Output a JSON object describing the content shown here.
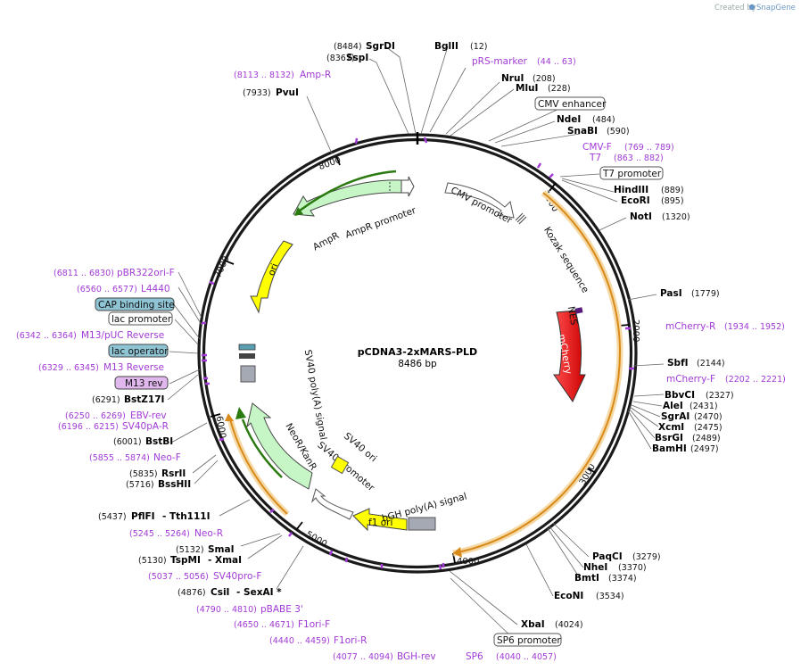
{
  "brand": {
    "prefix": "Created by",
    "name": "SnapGene"
  },
  "plasmid": {
    "name": "pCDNA3-2xMARS-PLD",
    "size_label": "8486 bp"
  },
  "tick_labels": [
    "1000",
    "2000",
    "3000",
    "4000",
    "5000",
    "6000",
    "7000",
    "8000"
  ],
  "sites": [
    {
      "pos": "(8484)",
      "name": "SgrDI"
    },
    {
      "pos": "(8367)",
      "name": "SspI"
    },
    {
      "name": "BglII",
      "pos": "(12)"
    },
    {
      "name": "NruI",
      "pos": "(208)"
    },
    {
      "name": "MluI",
      "pos": "(228)"
    },
    {
      "name": "NdeI",
      "pos": "(484)"
    },
    {
      "name": "SnaBI",
      "pos": "(590)"
    },
    {
      "name": "HindIII",
      "pos": "(889)"
    },
    {
      "name": "EcoRI",
      "pos": "(895)"
    },
    {
      "name": "NotI",
      "pos": "(1320)"
    },
    {
      "name": "PasI",
      "pos": "(1779)"
    },
    {
      "name": "SbfI",
      "pos": "(2144)"
    },
    {
      "name": "BbvCI",
      "pos": "(2327)"
    },
    {
      "name": "AleI",
      "pos": "(2431)"
    },
    {
      "name": "SgrAI",
      "pos": "(2470)"
    },
    {
      "name": "XcmI",
      "pos": "(2475)"
    },
    {
      "name": "BsrGI",
      "pos": "(2489)"
    },
    {
      "name": "BamHI",
      "pos": "(2497)"
    },
    {
      "name": "PaqCI",
      "pos": "(3279)"
    },
    {
      "name": "NheI",
      "pos": "(3370)"
    },
    {
      "name": "BmtI",
      "pos": "(3374)"
    },
    {
      "name": "EcoNI",
      "pos": "(3534)"
    },
    {
      "name": "XbaI",
      "pos": "(4024)"
    },
    {
      "pos": "(7933)",
      "name": "PvuI"
    },
    {
      "pos": "(6291)",
      "name": "BstZ17I"
    },
    {
      "pos": "(6001)",
      "name": "BstBI"
    },
    {
      "pos": "(5835)",
      "name": "RsrII"
    },
    {
      "pos": "(5716)",
      "name": "BssHII"
    },
    {
      "pos": "(5437)",
      "name": "PflFI",
      "name2": "- Tth111I"
    },
    {
      "pos": "(5132)",
      "name": "SmaI"
    },
    {
      "pos": "(5130)",
      "name": "TspMI",
      "name2": "- XmaI"
    },
    {
      "pos": "(4876)",
      "name": "CsiI",
      "name2": "- SexAI *"
    }
  ],
  "primers": [
    {
      "name": "pRS-marker",
      "pos": "(44 .. 63)"
    },
    {
      "pos": "(8113 .. 8132)",
      "name": "Amp-R"
    },
    {
      "name": "CMV-F",
      "pos": "(769 .. 789)"
    },
    {
      "name": "T7",
      "pos": "(863 .. 882)"
    },
    {
      "name": "mCherry-R",
      "pos": "(1934 .. 1952)"
    },
    {
      "name": "mCherry-F",
      "pos": "(2202 .. 2221)"
    },
    {
      "pos": "(6811 .. 6830)",
      "name": "pBR322ori-F"
    },
    {
      "pos": "(6560 .. 6577)",
      "name": "L4440"
    },
    {
      "pos": "(6342 .. 6364)",
      "name": "M13/pUC Reverse"
    },
    {
      "pos": "(6329 .. 6345)",
      "name": "M13 Reverse"
    },
    {
      "pos": "(6250 .. 6269)",
      "name": "EBV-rev"
    },
    {
      "pos": "(6196 .. 6215)",
      "name": "SV40pA-R"
    },
    {
      "pos": "(5855 .. 5874)",
      "name": "Neo-F"
    },
    {
      "pos": "(5245 .. 5264)",
      "name": "Neo-R"
    },
    {
      "pos": "(5037 .. 5056)",
      "name": "SV40pro-F"
    },
    {
      "pos": "(4790 .. 4810)",
      "name": "pBABE 3'"
    },
    {
      "pos": "(4650 .. 4671)",
      "name": "F1ori-F"
    },
    {
      "pos": "(4440 .. 4459)",
      "name": "F1ori-R"
    },
    {
      "pos": "(4077 .. 4094)",
      "name": "BGH-rev"
    },
    {
      "name": "SP6",
      "pos": "(4040 .. 4057)"
    }
  ],
  "boxed_features": {
    "cmv_enhancer": "CMV enhancer",
    "t7_promoter": "T7 promoter",
    "cap_binding_site": "CAP binding site",
    "lac_promoter": "lac promoter",
    "lac_operator": "lac operator",
    "m13_rev": "M13 rev",
    "sp6_promoter": "SP6 promoter"
  },
  "features": {
    "cmv_promoter": "CMV promoter",
    "kozak": "Kozak sequence",
    "nes": "NES",
    "mcherry": "mCherry",
    "bgh_polya": "bGH poly(A) signal",
    "f1_ori": "f1 ori",
    "sv40_ori": "SV40 ori",
    "sv40_promoter": "SV40 promoter",
    "neor": "NeoR/KanR",
    "sv40_polya": "SV40 poly(A) signal",
    "ori": "ori",
    "ampr": "AmpR",
    "ampr_promoter": "AmpR promoter"
  },
  "colors": {
    "backbone": "#1a1a1a",
    "primer": "#a23bd6",
    "mcherry": "#e60000",
    "ori": "#ffff00",
    "resistance": "#c6f6c6",
    "orf_arc": "#e8a33a",
    "lac_operator_box": "#8fc4d4",
    "m13_box": "#e0b8ee"
  }
}
